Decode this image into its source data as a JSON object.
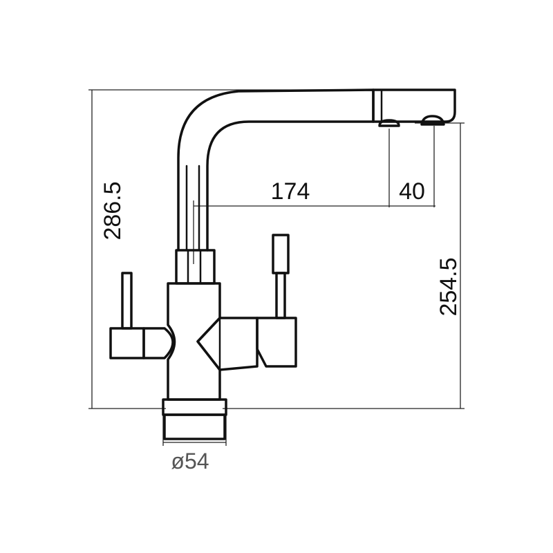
{
  "dimensions": {
    "total_height": "286.5",
    "spout_height": "254.5",
    "spout_reach": "174",
    "outlet_spacing": "40",
    "base_diameter": "ø54"
  }
}
